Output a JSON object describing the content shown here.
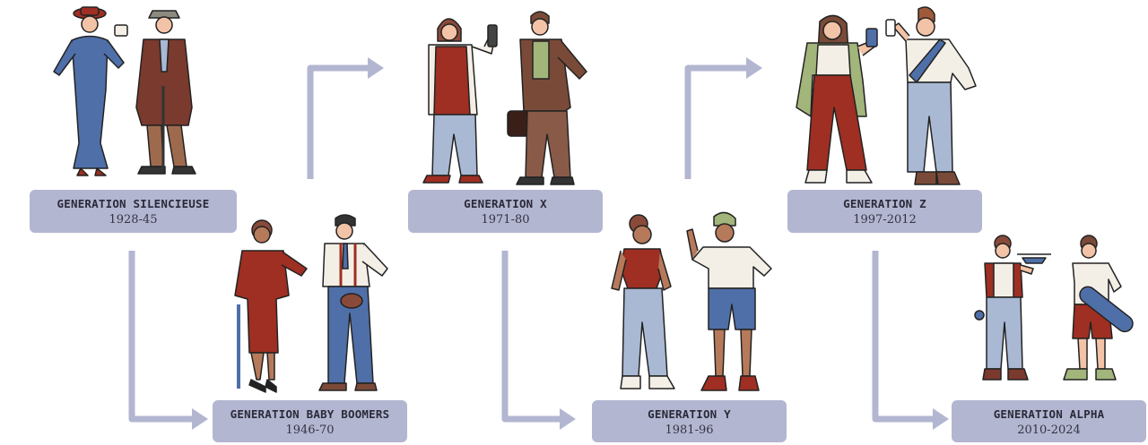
{
  "colors": {
    "label_bg": "#b3b6d0",
    "arrow": "#b3b6d0",
    "red": "#9e2f22",
    "blue": "#4f6fa8",
    "light_blue": "#a9b9d4",
    "brown": "#7a4a38",
    "green": "#a2b57a",
    "skin_light": "#f2c3a6",
    "skin_dark": "#b67a5b",
    "outline": "#222222"
  },
  "generations": [
    {
      "id": "silent",
      "name": "GENERATION SILENCIEUSE",
      "years": "1928-45"
    },
    {
      "id": "boomers",
      "name": "GENERATION BABY BOOMERS",
      "years": "1946-70"
    },
    {
      "id": "x",
      "name": "GENERATION X",
      "years": "1971-80"
    },
    {
      "id": "y",
      "name": "GENERATION Y",
      "years": "1981-96"
    },
    {
      "id": "z",
      "name": "GENERATION Z",
      "years": "1997-2012"
    },
    {
      "id": "alpha",
      "name": "GENERATION ALPHA",
      "years": "2010-2024"
    }
  ]
}
